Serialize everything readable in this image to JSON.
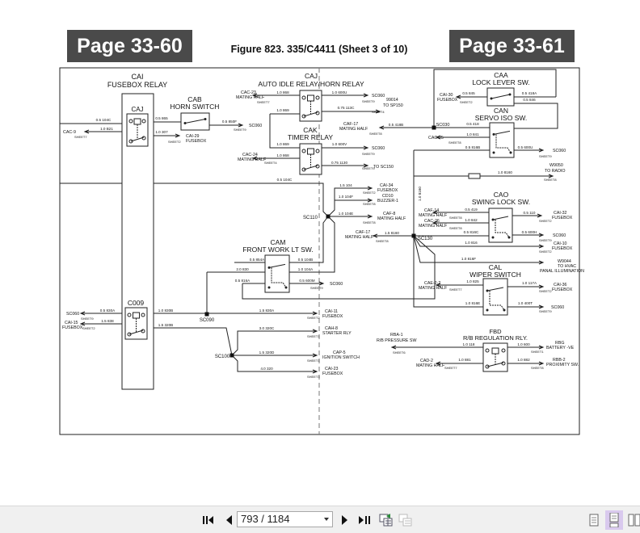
{
  "viewer": {
    "page_left": "Page 33-60",
    "page_right": "Page 33-61",
    "figure_title": "Figure 823. 335/C4411 (Sheet 3 of 10)"
  },
  "toolbar": {
    "page_input": "793 / 1184",
    "active_view_color": "#d9c9ee"
  },
  "components": {
    "cai_code": "CAI",
    "cai_name": "FUSEBOX RELAY",
    "caj1_code": "CAJ",
    "cab_code": "CAB",
    "cab_name": "HORN SWITCH",
    "caj2_code": "CAJ",
    "caj2_name": "AUTO IDLE RELAY/HORN RELAY",
    "cak_code": "CAK",
    "cak_name": "TIMER RELAY",
    "caa_code": "CAA",
    "caa_name": "LOCK LEVER SW.",
    "can_code": "CAN",
    "can_name": "SERVO ISO SW.",
    "cao_code": "CAO",
    "cao_name": "SWING LOCK SW.",
    "cam_code": "CAM",
    "cam_name": "FRONT WORK LT SW.",
    "cal_code": "CAL",
    "cal_name": "WIPER SWITCH",
    "c009_code": "C009",
    "fbd_code": "FBD",
    "fbd_name": "R/B REGULATION RLY."
  },
  "splices": {
    "sc110": "SC110",
    "sc130": "SC130",
    "sc090": "SC090",
    "sc100": "SC100",
    "sc030": "SC030"
  },
  "wires": [
    "0.5 104C",
    "1.0 B21",
    "0.5 865",
    "1.0 307",
    "0.5 850F",
    "1.0 868",
    "1.0 869",
    "1.0 869",
    "1.0 868",
    "1.0 600U",
    "0.75 113C",
    "1.0 600V",
    "0.75 1130",
    "0.5 104C",
    "0.5 418B",
    "0.5 845",
    "0.5 418A",
    "0.5 846",
    "0.5 418",
    "1.0 841",
    "0.5 816B",
    "0.5 600U",
    "1.0 8160",
    "1.0 8160",
    "0.5 419",
    "1.0 842",
    "0.5 110",
    "0.5 816C",
    "0.5 600H",
    "1.0 816",
    "1.0 816F",
    "1.0 825",
    "1.0 117A",
    "1.0 816E",
    "1.0 400T",
    "1.5 8160",
    "1.5 104",
    "1.0 104F",
    "1.0 104E",
    "0.5 854A",
    "0.5 104B",
    "2.0 830",
    "1.0 104A",
    "0.5 816A",
    "0.5 600M",
    "0.5 830A",
    "1.5 838",
    "1.0 830B",
    "1.5 830A",
    "1.5 320B",
    "3.0 320C",
    "1.5 320D",
    "4.0 320",
    "1.0 118",
    "1.0 881",
    "1.0 600",
    "1.0 882"
  ],
  "connectors": [
    "CAC-9",
    "CAI-29",
    "FUSEBOX",
    "SC060",
    "CAC-23",
    "MATING HALF",
    "SC060",
    "99014",
    "TO SP150",
    "CAC-24",
    "MATING HALF",
    "SC060",
    "TO SC150",
    "CAF-17",
    "MATING HALF",
    "CAI-30",
    "FUSEBOX",
    "CAC-25",
    "SC060",
    "W9050",
    "TO RADIO",
    "CAF-14",
    "MATING HALF",
    "CAC-26",
    "MATING HALF",
    "CAI-32",
    "FUSEBOX",
    "SC060",
    "CAI-10",
    "FUSEBOX",
    "W9044",
    "TO HVAC",
    "PANAL ILLUMINATION",
    "CAE-2-2",
    "MATING HALF",
    "CAI-36",
    "FUSEBOX",
    "SC060",
    "CAF-17",
    "MATING HALF",
    "CAI-34",
    "FUSEBOX",
    "CD10",
    "BUZZER-1",
    "CAF-8",
    "MATING HALF",
    "SC060",
    "SC060",
    "CAI-15",
    "FUSEBOX",
    "CAI-11",
    "FUSEBOX",
    "CAH-8",
    "STARTER RLY",
    "CAP-5",
    "IGNITION SWITCH",
    "CAI-23",
    "FUSEBOX",
    "RBA-1",
    "R/B PRESSURE SW",
    "RBG",
    "BATTERY -VE",
    "CAD-2",
    "MATING HALF",
    "RBB-2",
    "PROXIMITY SW."
  ],
  "sheets": [
    "SHEET7",
    "SHEET2",
    "SHEET9",
    "SHEET7",
    "SHEET9",
    "SHEET4",
    "SHEET4",
    "SHEET9",
    "SHEET9",
    "SHEET8",
    "SHEET2",
    "SHEET8",
    "SHEET9",
    "SHEET8",
    "SHEET8",
    "SHEET8",
    "SHEET2",
    "SHEET9",
    "SHEET2",
    "SHEET7",
    "SHEET2",
    "SHEET9",
    "SHEET8",
    "SHEET2",
    "SHEET8",
    "SHEET8",
    "SHEET9",
    "SHEET9",
    "SHEET2",
    "SHEET2",
    "SHEET1",
    "SHEET1",
    "SHEET3",
    "SHEET6",
    "SHEET7",
    "SHEET1",
    "SHEET8"
  ]
}
